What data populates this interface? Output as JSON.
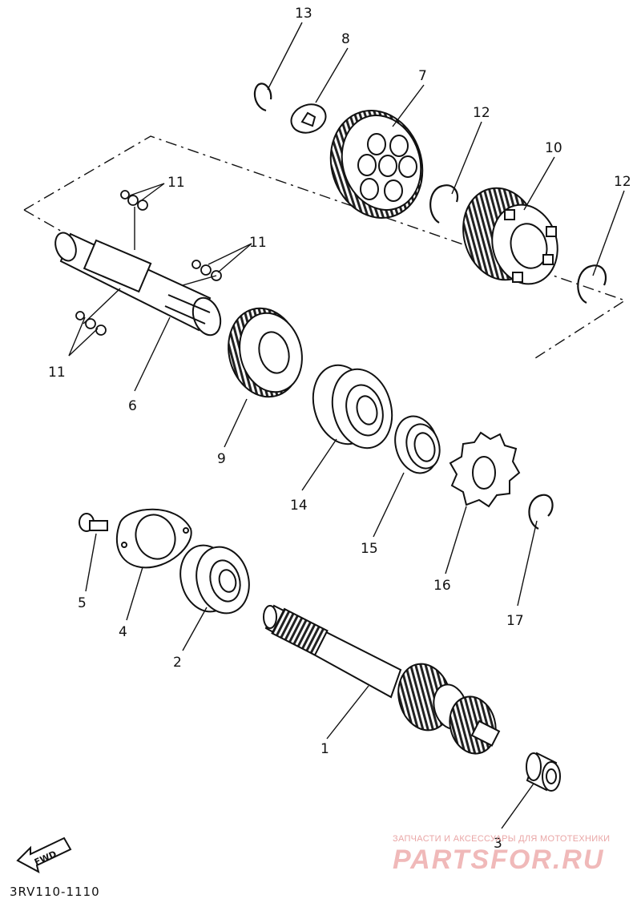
{
  "diagram": {
    "part_code": "3RV110-1110",
    "fwd_label": "FWD",
    "watermark": {
      "top_text": "ЗАПЧАСТИ И АКСЕССУАРЫ ДЛЯ МОТОТЕХНИКИ",
      "logo_text": "PARTSFOR.RU"
    },
    "callouts": {
      "c1": "1",
      "c2": "2",
      "c3": "3",
      "c4": "4",
      "c5": "5",
      "c6": "6",
      "c7": "7",
      "c8": "8",
      "c9": "9",
      "c10": "10",
      "c11a": "11",
      "c11b": "11",
      "c11c": "11",
      "c12a": "12",
      "c12b": "12",
      "c13": "13",
      "c14": "14",
      "c15": "15",
      "c16": "16",
      "c17": "17"
    }
  }
}
